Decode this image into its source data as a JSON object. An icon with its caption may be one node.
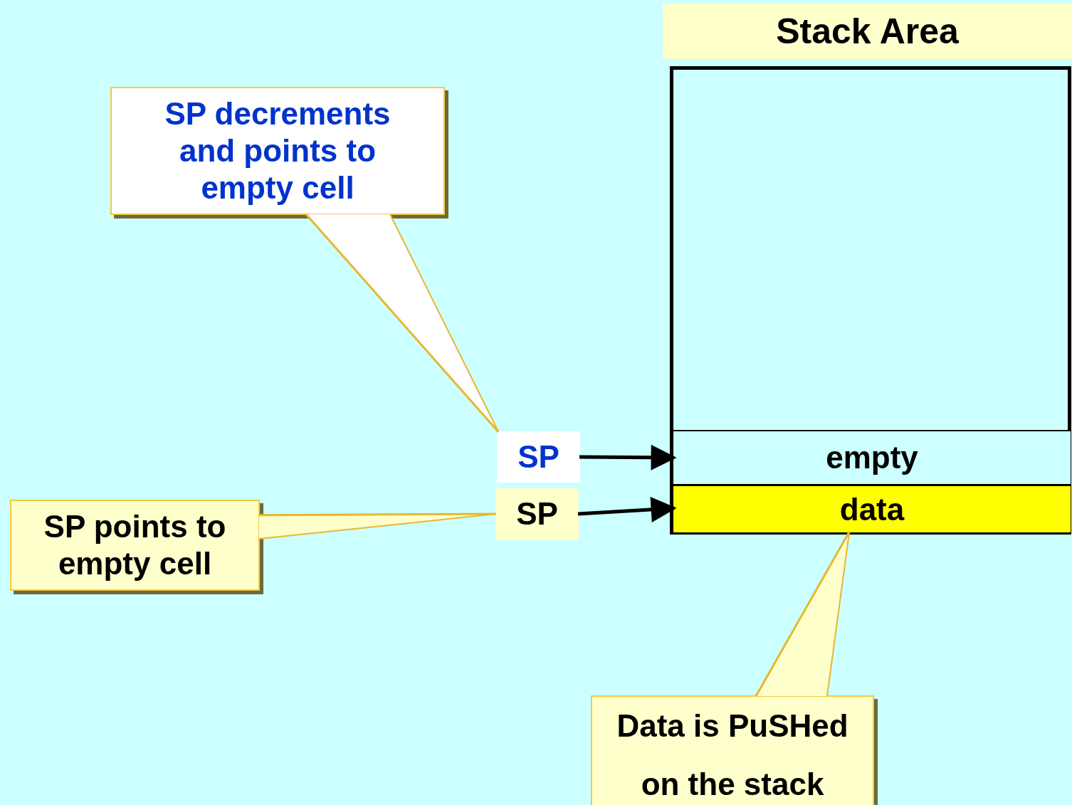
{
  "diagram": {
    "nodes": [
      {
        "text": [
          "Stack Area"
        ]
      },
      {
        "text": [
          "empty"
        ],
        "in": 0
      },
      {
        "text": [
          "data"
        ],
        "in": 0
      },
      {
        "text": [
          "SP decrements and points to empty cell"
        ]
      },
      {
        "text": [
          "SP"
        ]
      },
      {
        "text": [
          "SP points to empty cell"
        ]
      },
      {
        "text": [
          "SP"
        ]
      },
      {
        "text": [
          "Data is PuSHed on the stack"
        ]
      }
    ],
    "edges": [
      {
        "from": 3,
        "to": 4,
        "arrow": "none"
      },
      {
        "from": 4,
        "to": 1,
        "arrow": "to",
        "color": "#000000"
      },
      {
        "from": 5,
        "to": 6,
        "arrow": "none"
      },
      {
        "from": 6,
        "to": 2,
        "arrow": "to",
        "color": "#000000"
      },
      {
        "from": 7,
        "to": 2,
        "arrow": "none"
      }
    ]
  }
}
